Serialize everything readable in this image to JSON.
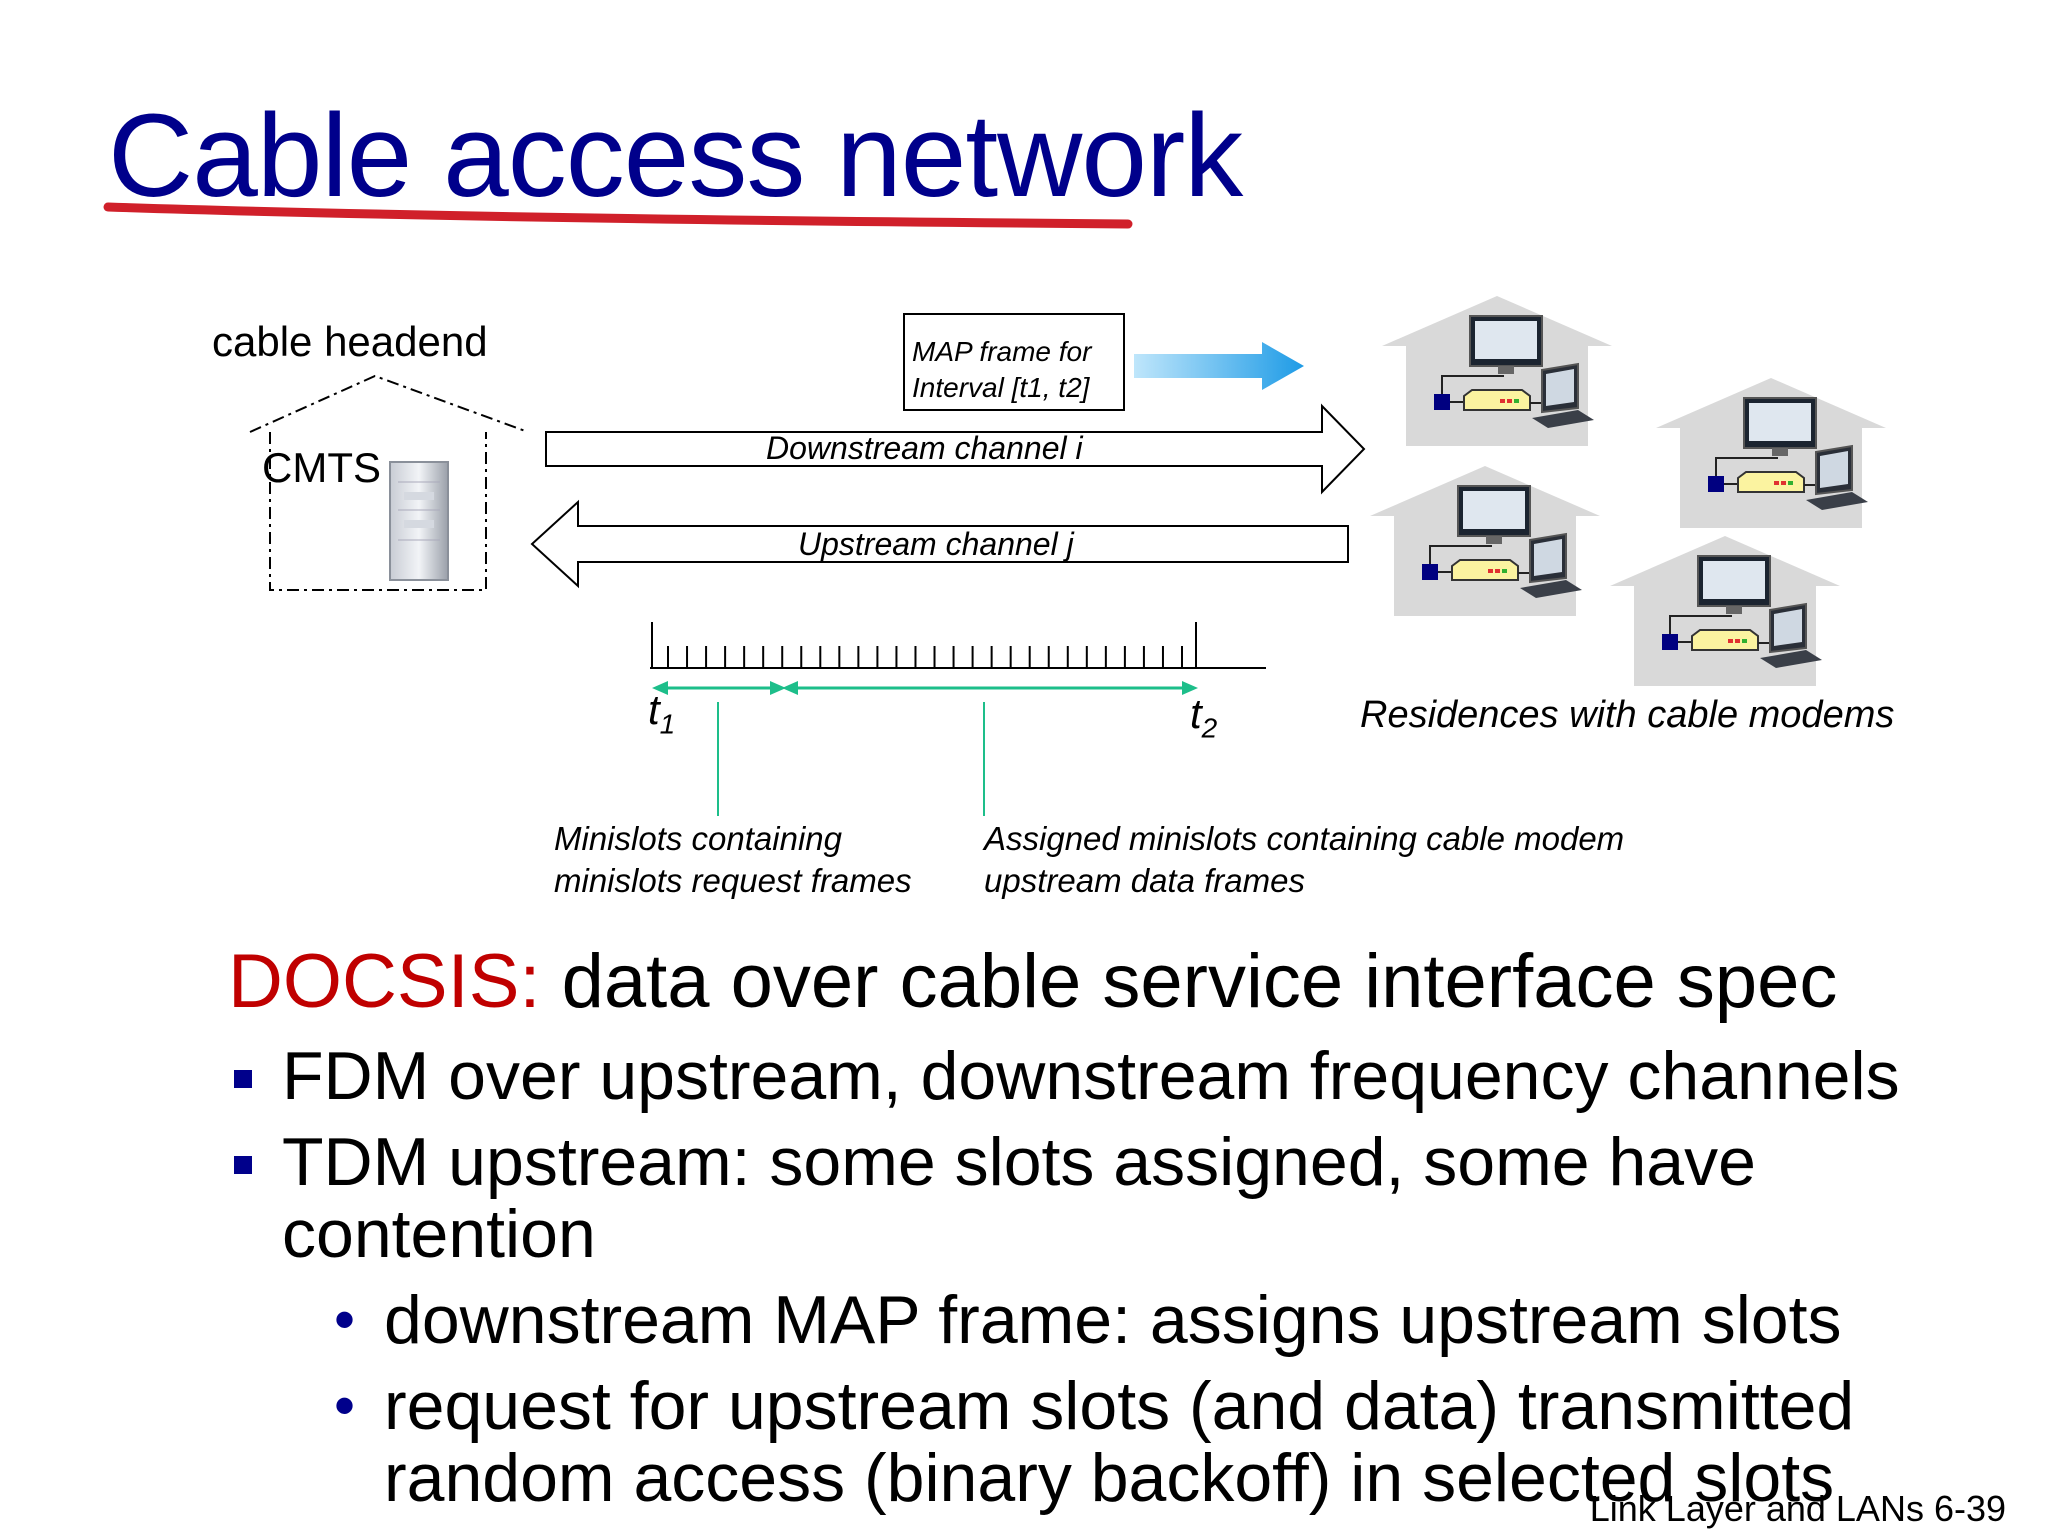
{
  "slide": {
    "title": "Cable access network",
    "footer": "Link Layer and LANs  6-39"
  },
  "diagram": {
    "headend_label": "cable headend",
    "cmts_label": "CMTS",
    "map_frame_line1": "MAP frame for",
    "map_frame_line2": "Interval [t1, t2]",
    "downstream_label": "Downstream channel i",
    "upstream_label": "Upstream channel j",
    "t1_base": "t",
    "t1_sub": "1",
    "t2_base": "t",
    "t2_sub": "2",
    "residences_label": "Residences with cable modems",
    "minislots_req_line1": "Minislots containing",
    "minislots_req_line2": "minislots request frames",
    "assigned_line1": "Assigned minislots containing cable modem",
    "assigned_line2": "upstream data frames"
  },
  "body": {
    "docsis_prefix": "DOCSIS:",
    "docsis_text": " data over cable service interface spec",
    "bullet1": "FDM over upstream, downstream frequency channels",
    "bullet2_line1": "TDM upstream: some slots assigned, some have",
    "bullet2_line2": "contention",
    "sub1": "downstream MAP frame: assigns upstream slots",
    "sub2_line1": "request for upstream slots (and data) transmitted",
    "sub2_line2": "random access (binary backoff) in selected slots"
  },
  "colors": {
    "title": "#00008B",
    "underline": "#D0202A",
    "accent": "#C00000",
    "bullet": "#00008B",
    "map_arrow": "#1E9BE6",
    "timeline_marks": "#1DBE8A"
  }
}
